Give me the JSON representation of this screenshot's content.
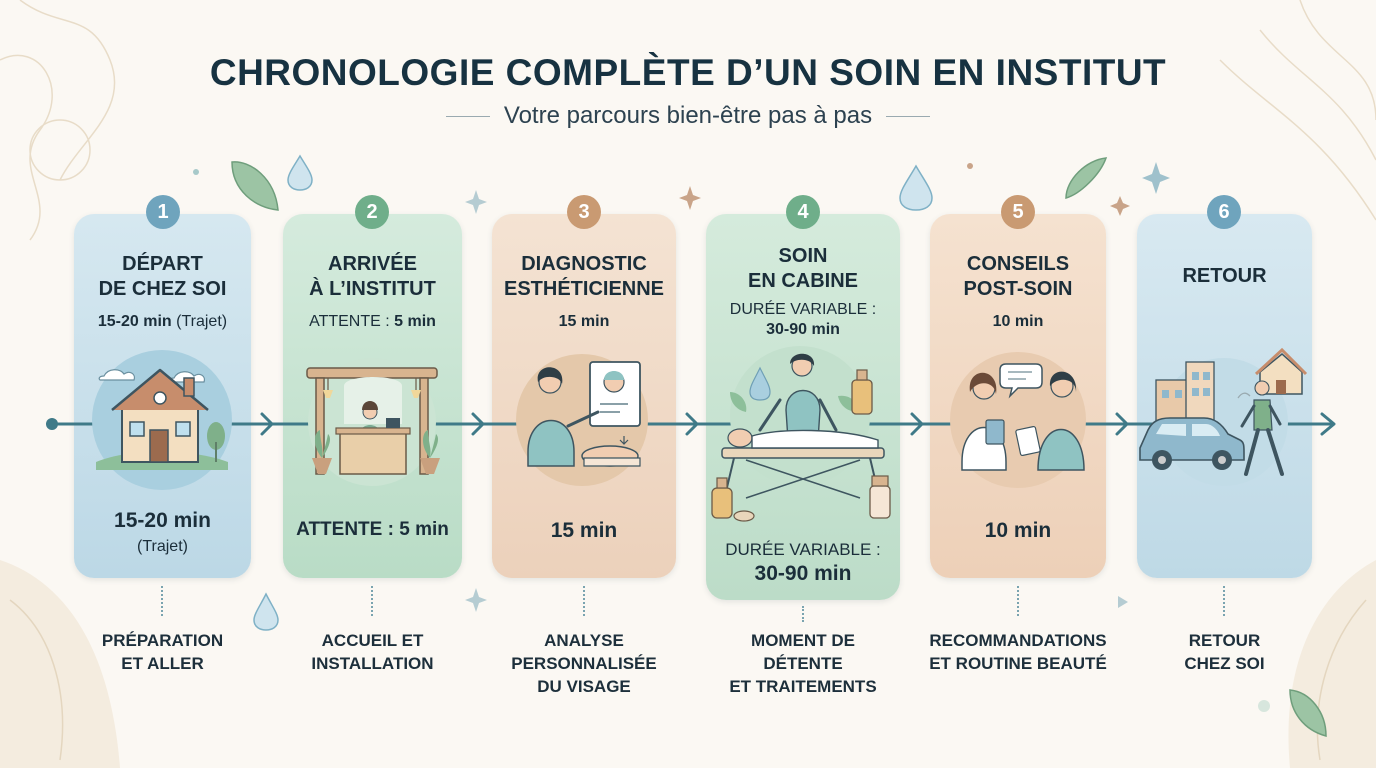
{
  "title": "CHRONOLOGIE COMPLÈTE D’UN SOIN EN INSTITUT",
  "subtitle": "Votre parcours bien-être pas à pas",
  "colors": {
    "blue": "#6fa4bd",
    "green": "#6fae8a",
    "tan": "#c99a72",
    "timeline": "#3f7a88"
  },
  "steps": [
    {
      "number": "1",
      "title_lines": [
        "DÉPART",
        "DE CHEZ SOI"
      ],
      "sub_a": "15-20 min",
      "sub_b": "(Trajet)",
      "duration_big": "15-20 min",
      "duration_small": "(Trajet)",
      "bottom_lines": [
        "PRÉPARATION",
        "ET ALLER"
      ],
      "icon": "house-icon"
    },
    {
      "number": "2",
      "title_lines": [
        "ARRIVÉE",
        "À L’INSTITUT"
      ],
      "sub_a": "ATTENTE :",
      "sub_b": "5 min",
      "duration_big_a": "ATTENTE :",
      "duration_big_b": "5 min",
      "bottom_lines": [
        "ACCUEIL ET",
        "INSTALLATION"
      ],
      "icon": "reception-desk-icon"
    },
    {
      "number": "3",
      "title_lines": [
        "DIAGNOSTIC",
        "ESTHÉTICIENNE"
      ],
      "sub_a": "15 min",
      "duration_big": "15 min",
      "bottom_lines": [
        "ANALYSE",
        "PERSONNALISÉE",
        "DU VISAGE"
      ],
      "icon": "face-analysis-icon"
    },
    {
      "number": "4",
      "title_lines": [
        "SOIN",
        "EN CABINE"
      ],
      "sub_a": "DURÉE VARIABLE :",
      "sub_b": "30-90 min",
      "duration_small": "DURÉE VARIABLE :",
      "duration_big": "30-90 min",
      "bottom_lines": [
        "MOMENT DE",
        "DÉTENTE",
        "ET TRAITEMENTS"
      ],
      "icon": "massage-table-icon"
    },
    {
      "number": "5",
      "title_lines": [
        "CONSEILS",
        "POST-SOIN"
      ],
      "sub_a": "10 min",
      "duration_big": "10 min",
      "bottom_lines": [
        "RECOMMANDATIONS",
        "ET ROUTINE BEAUTÉ"
      ],
      "icon": "consultation-icon"
    },
    {
      "number": "6",
      "title_lines": [
        "RETOUR"
      ],
      "bottom_lines": [
        "RETOUR",
        "CHEZ SOI"
      ],
      "icon": "car-walk-home-icon"
    }
  ]
}
